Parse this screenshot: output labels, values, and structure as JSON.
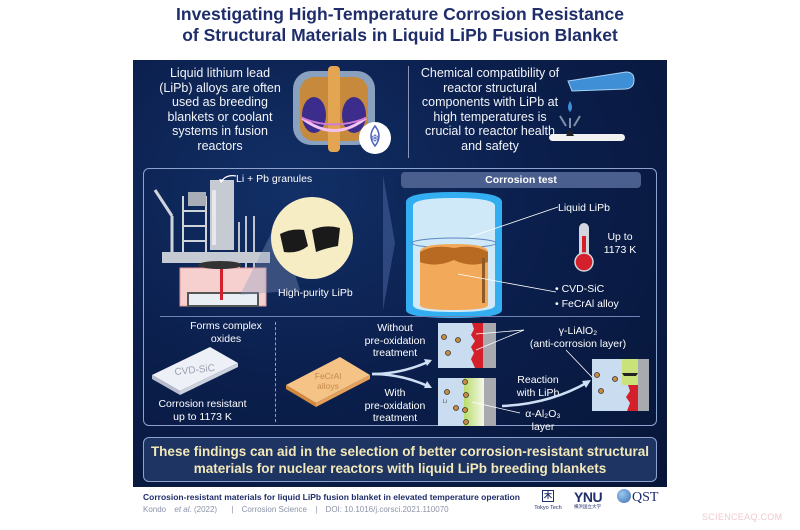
{
  "header": {
    "title_line1": "Investigating High-Temperature Corrosion Resistance",
    "title_line2": "of Structural Materials in Liquid LiPb Fusion Blanket"
  },
  "intro": {
    "left_text": "Liquid lithium lead (LiPb) alloys are often used as breeding blankets or coolant systems in fusion reactors",
    "right_text": "Chemical compatibility of reactor structural components with LiPb at high temperatures is crucial to reactor health and safety",
    "icons": [
      "fusion-reactor-icon",
      "coolant-snowflake-icon",
      "test-tube-drip-icon"
    ]
  },
  "synthesis": {
    "granules_label": "Li + Pb granules",
    "product_label": "High-purity LiPb"
  },
  "corrosion_test": {
    "header": "Corrosion test",
    "liquid_label": "Liquid LiPb",
    "temp_line1": "Up to",
    "temp_line2": "1173 K",
    "materials": [
      "CVD-SiC",
      "FeCrAl alloy"
    ]
  },
  "results": {
    "sic": {
      "oxides_label_line1": "Forms complex",
      "oxides_label_line2": "oxides",
      "sample_label": "CVD-SiC",
      "resist_line1": "Corrosion resistant",
      "resist_line2": "up to 1173 K"
    },
    "fecral": {
      "sample_line1": "FeCrAl",
      "sample_line2": "alloys",
      "without_line1": "Without",
      "without_line2": "pre-oxidation",
      "without_line3": "treatment",
      "with_line1": "With",
      "with_line2": "pre-oxidation",
      "with_line3": "treatment",
      "li_label": "Li",
      "gamma_line1": "γ-LiAlO₂",
      "gamma_line2": "(anti-corrosion layer)",
      "reaction_line1": "Reaction",
      "reaction_line2": "with LiPb",
      "alpha_line1": "α-Al₂O₃",
      "alpha_line2": "layer"
    }
  },
  "conclusion": {
    "line1": "These findings can aid in the selection of better corrosion-resistant structural",
    "line2": "materials for nuclear reactors with liquid LiPb breeding blankets"
  },
  "footer": {
    "paper_title": "Corrosion-resistant materials for liquid LiPb fusion blanket in elevated temperature operation",
    "authors": "Kondo",
    "et_al": "et al.",
    "year": "(2022)",
    "sep": "|",
    "journal": "Corrosion Science",
    "doi": "DOI: 10.1016/j.corsci.2021.110070",
    "logos": {
      "tokyo_tech": "Tokyo Tech",
      "tokyo_tech_glyph": "木",
      "ynu": "YNU",
      "ynu_sub": "横浜国立大学",
      "qst": "QST"
    }
  },
  "watermark": "SCIENCEAQ.COM",
  "colors": {
    "title_navy": "#1f2d6b",
    "panel_navy": "#0b1f4d",
    "conclusion_text": "#f3e9b8",
    "lipb_orange": "#f2a95a",
    "corrosion_red": "#d3202a",
    "alumina_green": "#c9e27a"
  }
}
